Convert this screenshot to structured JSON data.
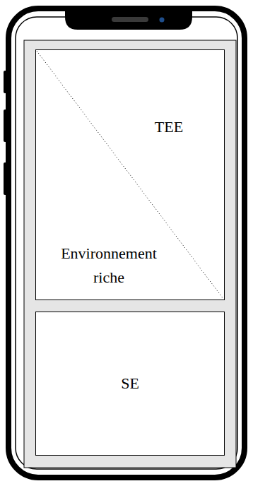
{
  "diagram": {
    "nodes": [
      {
        "text": [
          "TEE",
          "Environnement riche"
        ]
      },
      {
        "text": [
          "SE"
        ]
      }
    ]
  }
}
